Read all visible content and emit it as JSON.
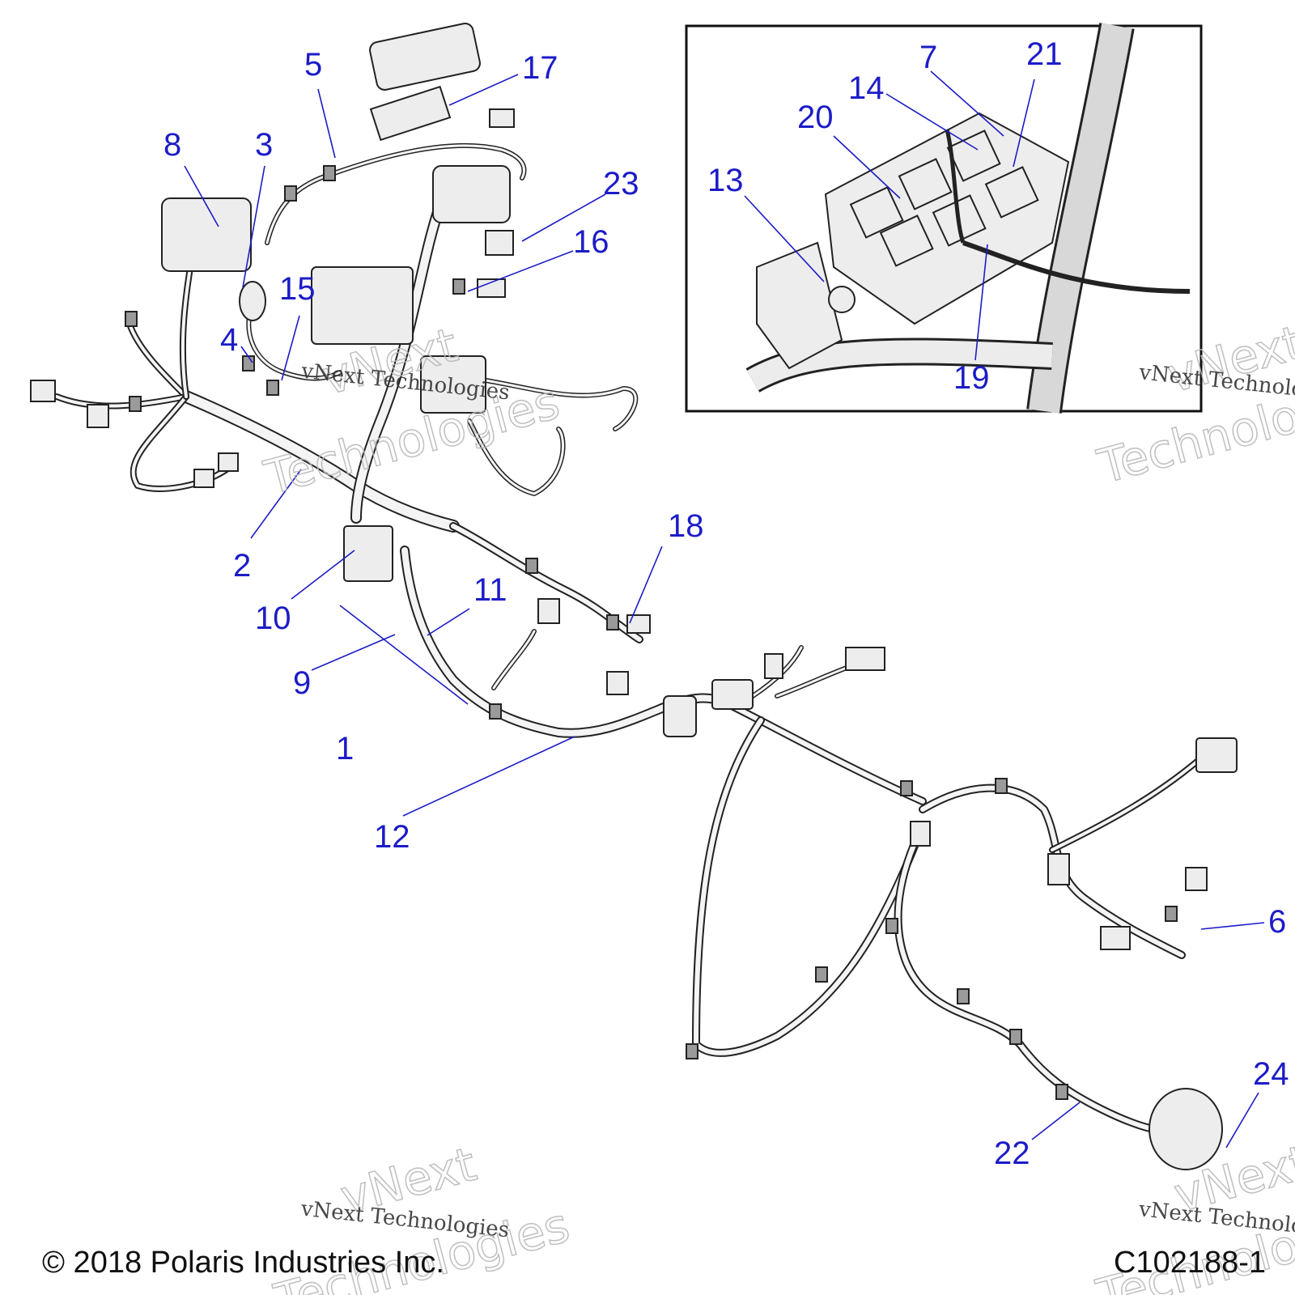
{
  "callouts": [
    {
      "id": "1",
      "text": "1"
    },
    {
      "id": "2",
      "text": "2"
    },
    {
      "id": "3",
      "text": "3"
    },
    {
      "id": "4",
      "text": "4"
    },
    {
      "id": "5",
      "text": "5"
    },
    {
      "id": "6",
      "text": "6"
    },
    {
      "id": "7",
      "text": "7"
    },
    {
      "id": "8",
      "text": "8"
    },
    {
      "id": "9",
      "text": "9"
    },
    {
      "id": "10",
      "text": "10"
    },
    {
      "id": "11",
      "text": "11"
    },
    {
      "id": "12",
      "text": "12"
    },
    {
      "id": "13",
      "text": "13"
    },
    {
      "id": "14",
      "text": "14"
    },
    {
      "id": "15",
      "text": "15"
    },
    {
      "id": "16",
      "text": "16"
    },
    {
      "id": "17",
      "text": "17"
    },
    {
      "id": "18",
      "text": "18"
    },
    {
      "id": "19",
      "text": "19"
    },
    {
      "id": "20",
      "text": "20"
    },
    {
      "id": "21",
      "text": "21"
    },
    {
      "id": "22",
      "text": "22"
    },
    {
      "id": "23",
      "text": "23"
    },
    {
      "id": "24",
      "text": "24"
    }
  ],
  "watermark": {
    "script_text": "vNext Technologies",
    "outline_word_1": "vNext",
    "outline_word_2": "Technologies"
  },
  "footer": {
    "copyright": "© 2018 Polaris Industries Inc.",
    "drawing_number": "C102188-1"
  },
  "colors": {
    "callout": "#1c1cc8",
    "line_art": "#222222"
  }
}
